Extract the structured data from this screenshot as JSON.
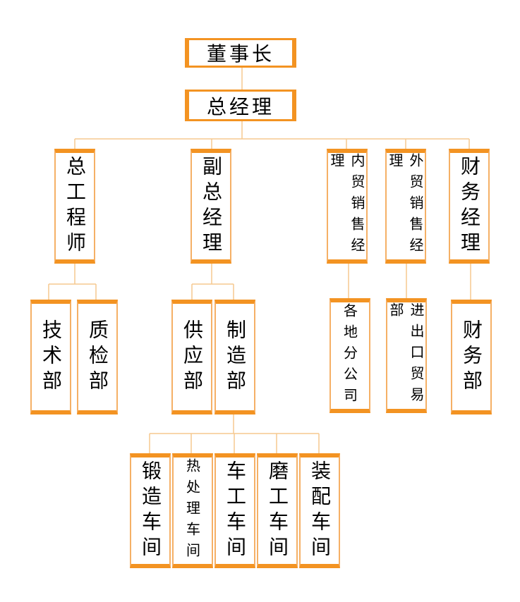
{
  "org_chart": {
    "colors": {
      "accent": "#f39322",
      "line": "#f5c98f",
      "text": "#000000"
    },
    "chairman": "董事长",
    "gm": "总经理",
    "chief_engineer": {
      "title": "总工程师",
      "depts": [
        "技术部",
        "质检部"
      ]
    },
    "deputy_gm": {
      "title": "副总经理",
      "depts": [
        "供应部",
        "制造部"
      ],
      "workshops": [
        "锻造车间",
        "热处理车间",
        "车工车间",
        "磨工车间",
        "装配车间"
      ]
    },
    "domestic_sales": {
      "title": "内贸销售经理",
      "dept": "各地分公司"
    },
    "foreign_sales": {
      "title": "外贸销售经理",
      "dept": "进出口贸易部"
    },
    "finance": {
      "title": "财务经理",
      "dept": "财务部"
    }
  }
}
